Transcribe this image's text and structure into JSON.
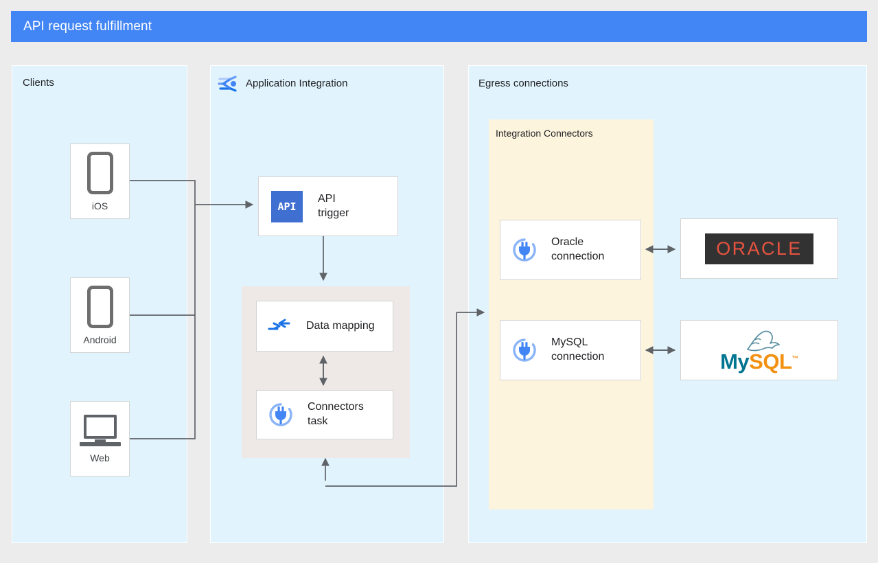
{
  "header": {
    "title": "API request fulfillment",
    "bar_color": "#4285f4"
  },
  "panels": {
    "clients": {
      "label": "Clients",
      "bg": "#e1f3fd"
    },
    "application_integration": {
      "label": "Application Integration",
      "icon": "application-integration-icon",
      "bg": "#e1f3fd"
    },
    "egress": {
      "label": "Egress connections",
      "bg": "#e1f3fd"
    },
    "integration_connectors": {
      "label": "Integration Connectors",
      "bg": "#fdf4dd"
    },
    "mapping_group": {
      "bg": "#eee9e6"
    }
  },
  "clients": [
    {
      "label": "iOS",
      "icon": "phone-icon"
    },
    {
      "label": "Android",
      "icon": "phone-icon"
    },
    {
      "label": "Web",
      "icon": "laptop-icon"
    }
  ],
  "integration_nodes": {
    "api_trigger": {
      "label": "API\ntrigger",
      "icon": "api-trigger-icon",
      "icon_text": "API",
      "icon_color": "#3f6fd1"
    },
    "data_mapping": {
      "label": "Data mapping",
      "icon": "data-mapping-icon",
      "icon_color": "#1a73e8"
    },
    "connectors_task": {
      "label": "Connectors\ntask",
      "icon": "connectors-icon",
      "icon_color": "#4285f4"
    }
  },
  "connections": [
    {
      "label": "Oracle\nconnection",
      "icon": "connectors-icon"
    },
    {
      "label": "MySQL\nconnection",
      "icon": "connectors-icon"
    }
  ],
  "backends": [
    {
      "name": "oracle-logo",
      "text": "ORACLE",
      "text_color": "#e8533f",
      "bg_color": "#333232"
    },
    {
      "name": "mysql-logo",
      "text_primary": "My",
      "text_secondary": "SQL",
      "trademark": "™",
      "primary_color": "#00758f",
      "secondary_color": "#f29111"
    }
  ],
  "colors": {
    "panel_blue": "#e1f3fd",
    "connector_cream": "#fdf4dd",
    "mapping_beige": "#eee9e6",
    "line_gray": "#5f6368",
    "canvas": "#ececec"
  }
}
